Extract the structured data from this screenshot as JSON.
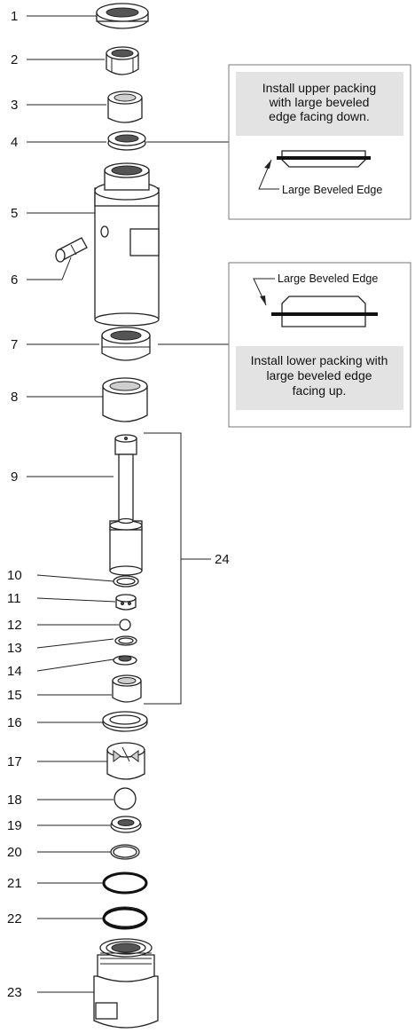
{
  "part_labels": [
    "1",
    "2",
    "3",
    "4",
    "5",
    "6",
    "7",
    "8",
    "9",
    "10",
    "11",
    "12",
    "13",
    "14",
    "15",
    "16",
    "17",
    "18",
    "19",
    "20",
    "21",
    "22",
    "23",
    "24"
  ],
  "callout_upper": {
    "lines": [
      "Install upper packing",
      "with large beveled",
      "edge facing down."
    ],
    "edge_label": "Large Beveled Edge"
  },
  "callout_lower": {
    "edge_label": "Large Beveled Edge",
    "lines": [
      "Install lower packing with",
      "large beveled edge",
      "facing up."
    ]
  }
}
